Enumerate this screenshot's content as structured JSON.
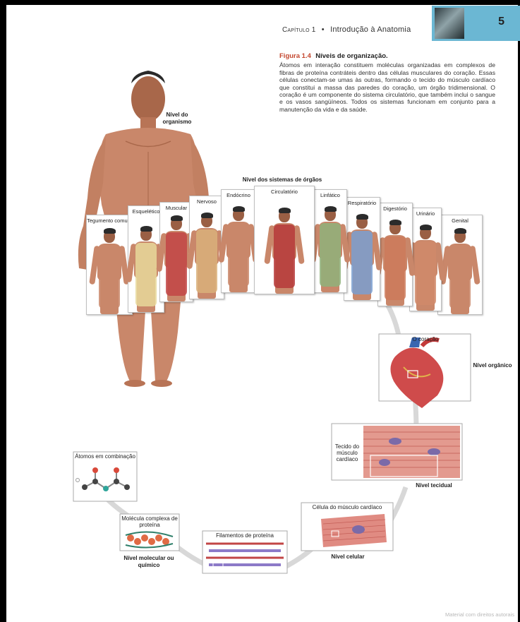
{
  "header": {
    "chapter_label": "Capítulo 1",
    "separator": "•",
    "chapter_title": "Introdução à Anatomia",
    "page_number": "5"
  },
  "caption": {
    "figure_number": "Figura 1.4",
    "figure_title": "Níveis de organização.",
    "text": "Átomos em interação constituem moléculas organizadas em complexos de fibras de proteína contráteis dentro das células musculares do coração. Essas células conectam-se umas às outras, formando o tecido do músculo cardíaco que constitui a massa das paredes do coração, um órgão tridimensional. O coração é um componente do sistema circulatório, que também inclui o sangue e os vasos sangüíneos. Todos os sistemas funcionam em conjunto para a manutenção da vida e da saúde."
  },
  "levels": {
    "organism": "Nível do organismo",
    "systems_title": "Nível dos sistemas de órgãos",
    "organ": "Nível orgânico",
    "tissue": "Nível tecidual",
    "cellular": "Nível celular",
    "molecular": "Nível molecular ou químico"
  },
  "systems": [
    {
      "label": "Tegumento comum",
      "color": "#c9876a"
    },
    {
      "label": "Esquelético",
      "color": "#e8d89a"
    },
    {
      "label": "Muscular",
      "color": "#c24545"
    },
    {
      "label": "Nervoso",
      "color": "#d9b07a"
    },
    {
      "label": "Endócrino",
      "color": "#c9876a"
    },
    {
      "label": "Circulatório",
      "color": "#b63a3a"
    },
    {
      "label": "Linfático",
      "color": "#8fb27a"
    },
    {
      "label": "Respiratório",
      "color": "#7a9fd0"
    },
    {
      "label": "Digestório",
      "color": "#cc7a5a"
    },
    {
      "label": "Urinário",
      "color": "#d08a6a"
    },
    {
      "label": "Genital",
      "color": "#c9876a"
    }
  ],
  "stage_labels": {
    "heart": "O coração",
    "tissue": "Tecido do músculo cardíaco",
    "cell": "Célula do músculo cardíaco",
    "filaments": "Filamentos de proteína",
    "molecule": "Molécula complexa de proteína",
    "atoms": "Átomos em combinação"
  },
  "watermark": "Material com direitos autorais",
  "colors": {
    "accent": "#c4472f",
    "tab": "#6bb7d3",
    "skin": "#c9876a"
  }
}
